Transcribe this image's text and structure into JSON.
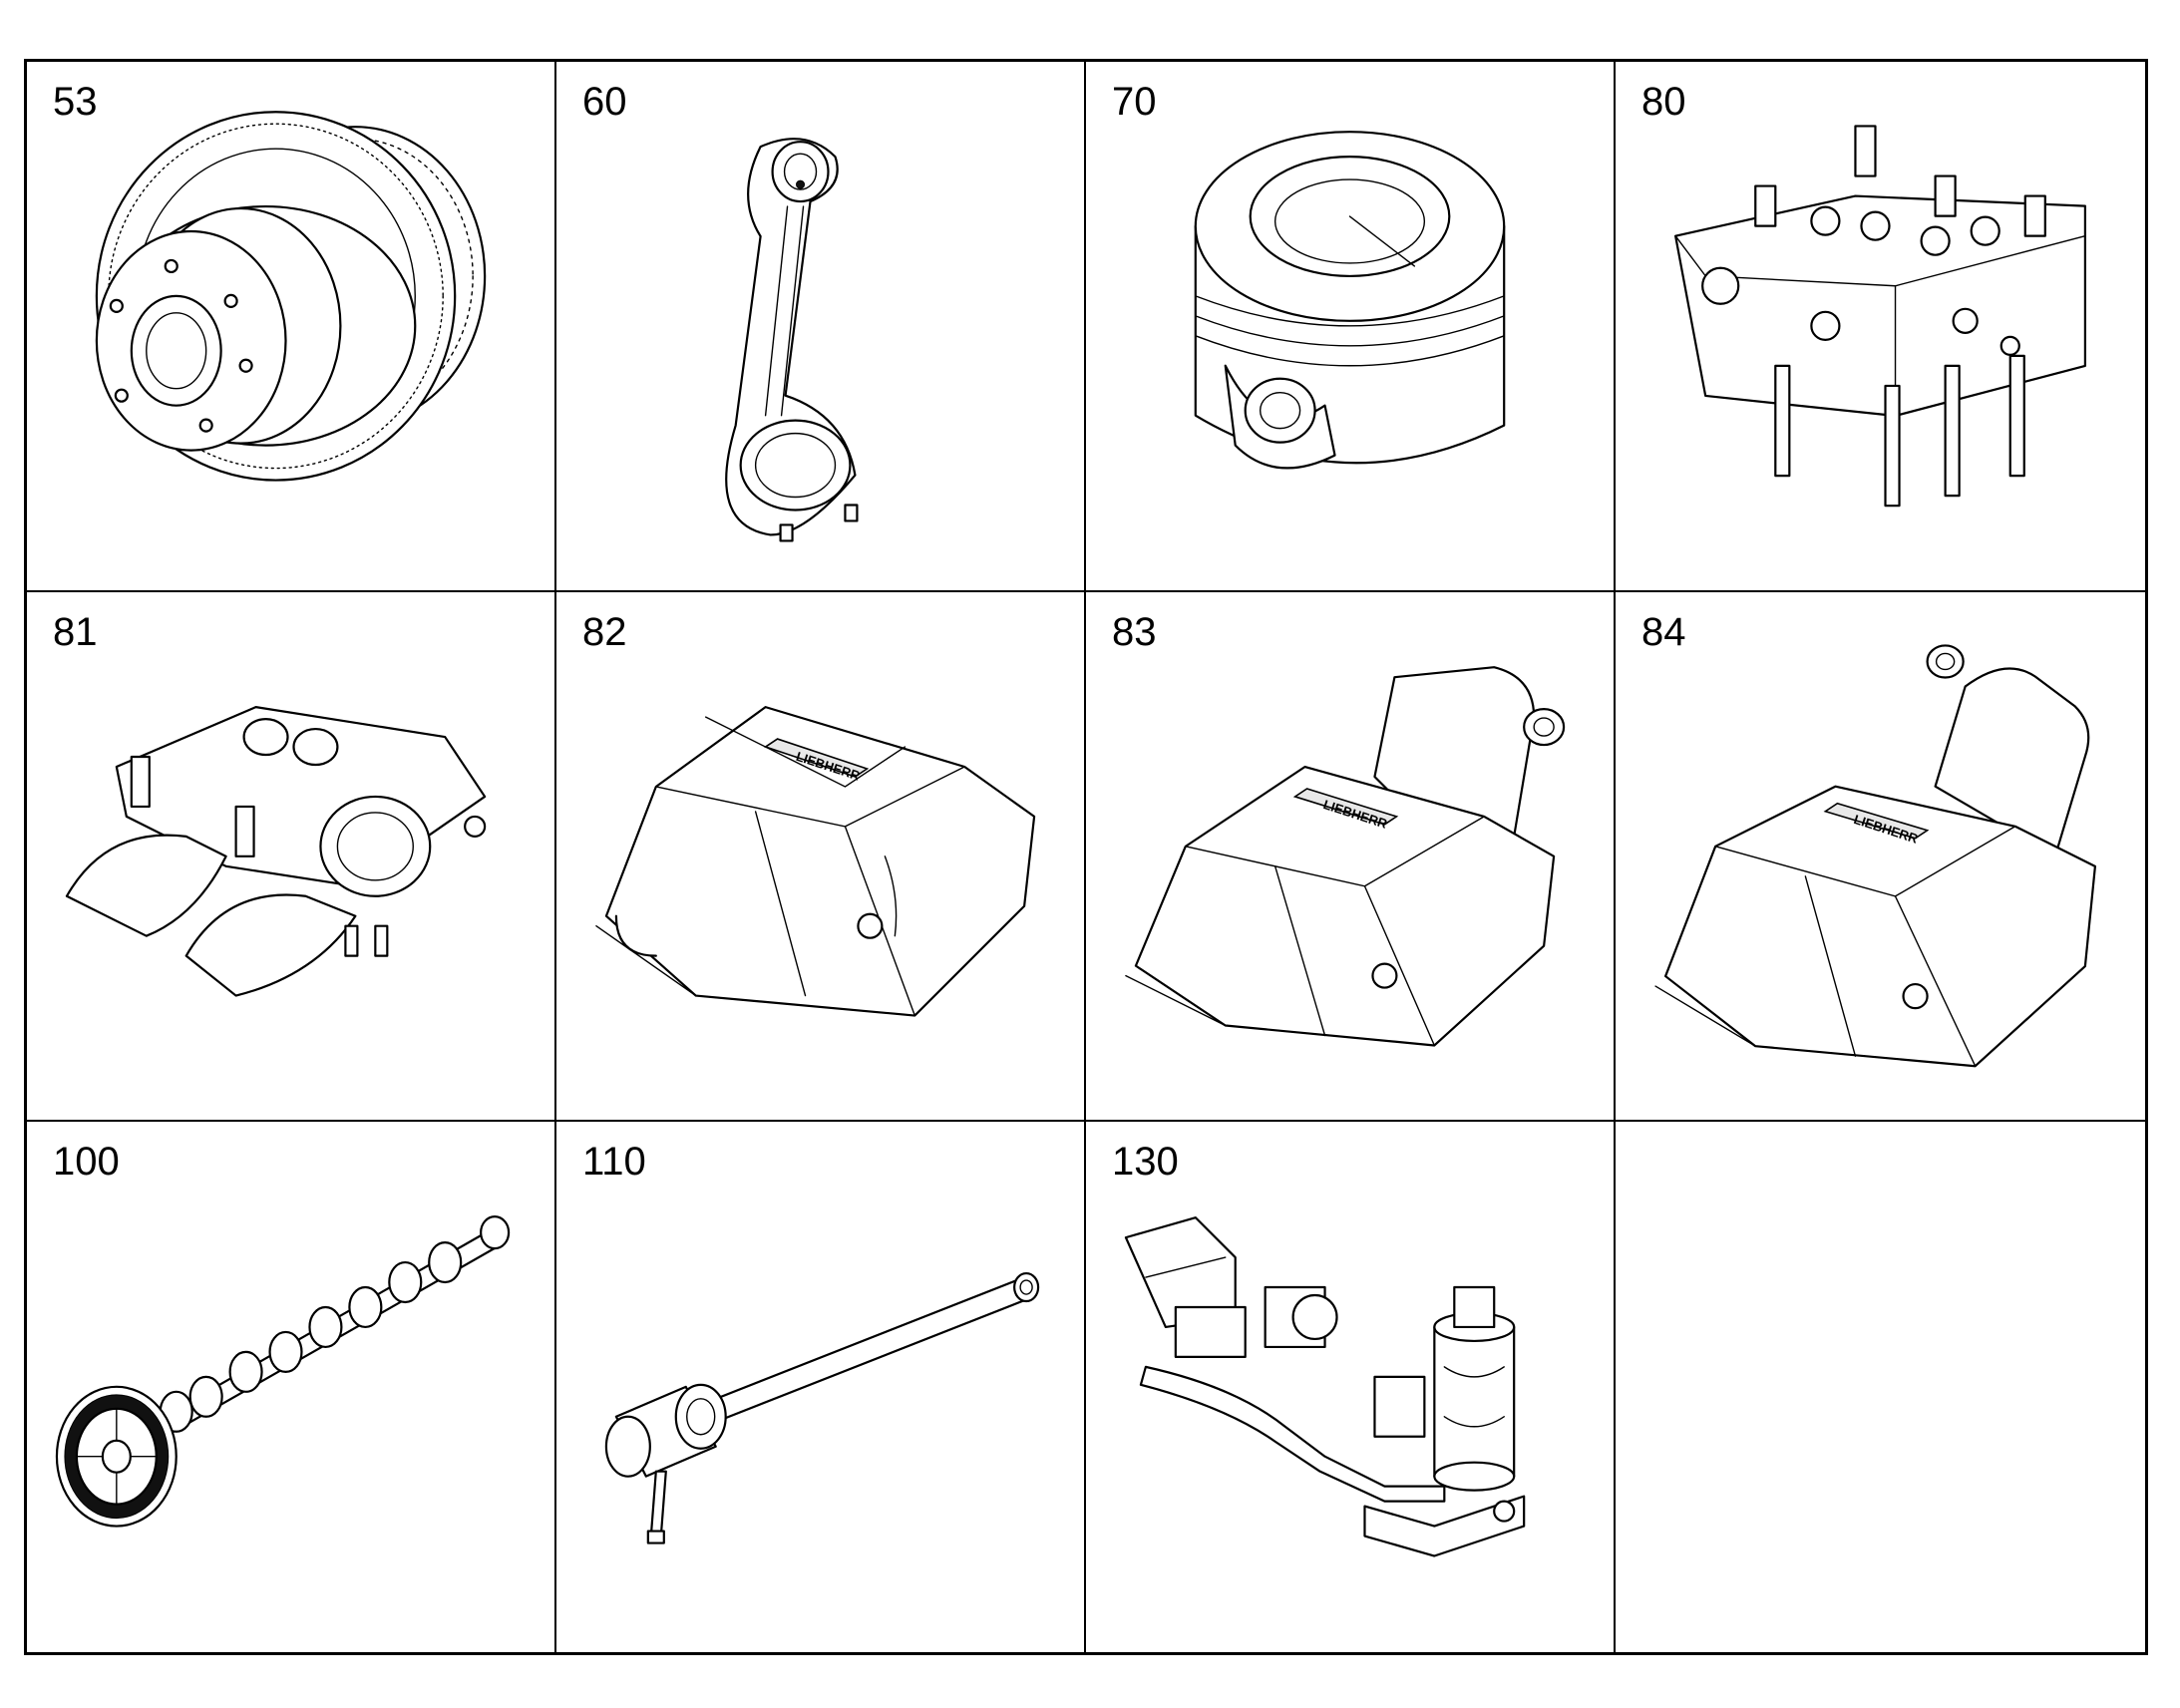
{
  "cells": [
    {
      "id": "53",
      "part": "flywheel-damper-icon"
    },
    {
      "id": "60",
      "part": "connecting-rod-icon"
    },
    {
      "id": "70",
      "part": "piston-icon"
    },
    {
      "id": "80",
      "part": "cylinder-head-icon"
    },
    {
      "id": "81",
      "part": "rocker-arm-assembly-icon"
    },
    {
      "id": "82",
      "part": "valve-cover-icon"
    },
    {
      "id": "83",
      "part": "valve-cover-with-breather-icon"
    },
    {
      "id": "84",
      "part": "valve-cover-with-breather-icon"
    },
    {
      "id": "100",
      "part": "camshaft-icon"
    },
    {
      "id": "110",
      "part": "tube-assembly-icon"
    },
    {
      "id": "130",
      "part": "fuel-system-assembly-icon"
    },
    {
      "id": "",
      "part": ""
    }
  ],
  "logo_text": "LIEBHERR"
}
